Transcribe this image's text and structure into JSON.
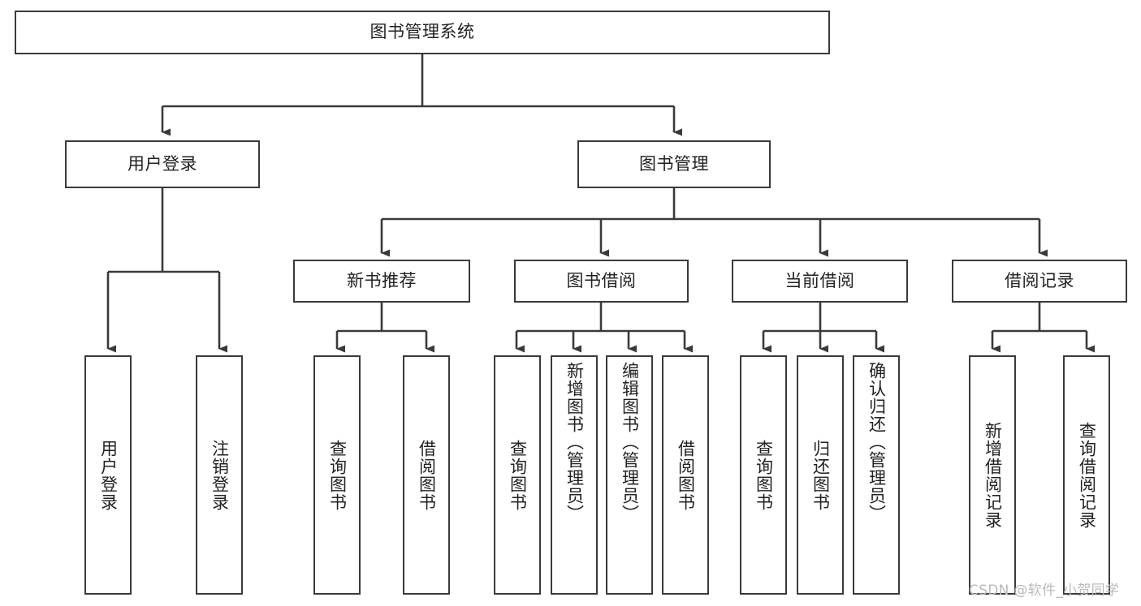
{
  "diagram": {
    "title": "图书管理系统",
    "type": "tree-hierarchy-diagram",
    "watermark": "CSDN @软件_小贺同学",
    "colors": {
      "box_border": "#3a3a3a",
      "box_fill": "#ffffff",
      "edge": "#3a3a3a",
      "text": "#222222",
      "background": "#ffffff",
      "watermark": "#b9b9b9"
    },
    "nodes": {
      "root": {
        "label": "图书管理系统"
      },
      "level1": [
        {
          "id": "user-login",
          "label": "用户登录"
        },
        {
          "id": "book-manage",
          "label": "图书管理"
        }
      ],
      "level2": [
        {
          "id": "new-book-recommend",
          "label": "新书推荐"
        },
        {
          "id": "book-borrow",
          "label": "图书借阅"
        },
        {
          "id": "current-borrow",
          "label": "当前借阅"
        },
        {
          "id": "borrow-record",
          "label": "借阅记录"
        }
      ],
      "leaves": {
        "user-login": [
          {
            "id": "leaf-user-login",
            "label": "用户登录"
          },
          {
            "id": "leaf-user-logout",
            "label": "注销登录"
          }
        ],
        "new-book-recommend": [
          {
            "id": "leaf-query-book-1",
            "label": "查询图书"
          },
          {
            "id": "leaf-borrow-book-1",
            "label": "借阅图书"
          }
        ],
        "book-borrow": [
          {
            "id": "leaf-query-book-2",
            "label": "查询图书"
          },
          {
            "id": "leaf-add-book",
            "label": "新增图书（管理员）"
          },
          {
            "id": "leaf-edit-book",
            "label": "编辑图书（管理员）"
          },
          {
            "id": "leaf-borrow-book-2",
            "label": "借阅图书"
          }
        ],
        "current-borrow": [
          {
            "id": "leaf-query-book-3",
            "label": "查询图书"
          },
          {
            "id": "leaf-return-book",
            "label": "归还图书"
          },
          {
            "id": "leaf-confirm-return",
            "label": "确认归还（管理员）"
          }
        ],
        "borrow-record": [
          {
            "id": "leaf-add-record",
            "label": "新增借阅记录"
          },
          {
            "id": "leaf-query-record",
            "label": "查询借阅记录"
          }
        ]
      }
    }
  }
}
